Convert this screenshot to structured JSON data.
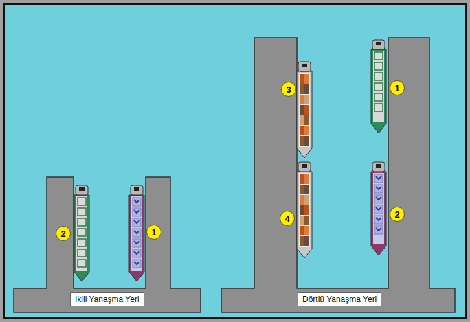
{
  "diagram": {
    "nodes": [
      {
        "text": [
          "2"
        ]
      },
      {
        "text": [
          "1"
        ]
      },
      {
        "text": [
          "İkili Yanaşma Yeri"
        ]
      },
      {
        "text": [
          "3"
        ]
      },
      {
        "text": [
          "1"
        ]
      },
      {
        "text": [
          "4"
        ]
      },
      {
        "text": [
          "2"
        ]
      },
      {
        "text": [
          "Dörtlü Yanaşma Yeri"
        ]
      }
    ]
  }
}
